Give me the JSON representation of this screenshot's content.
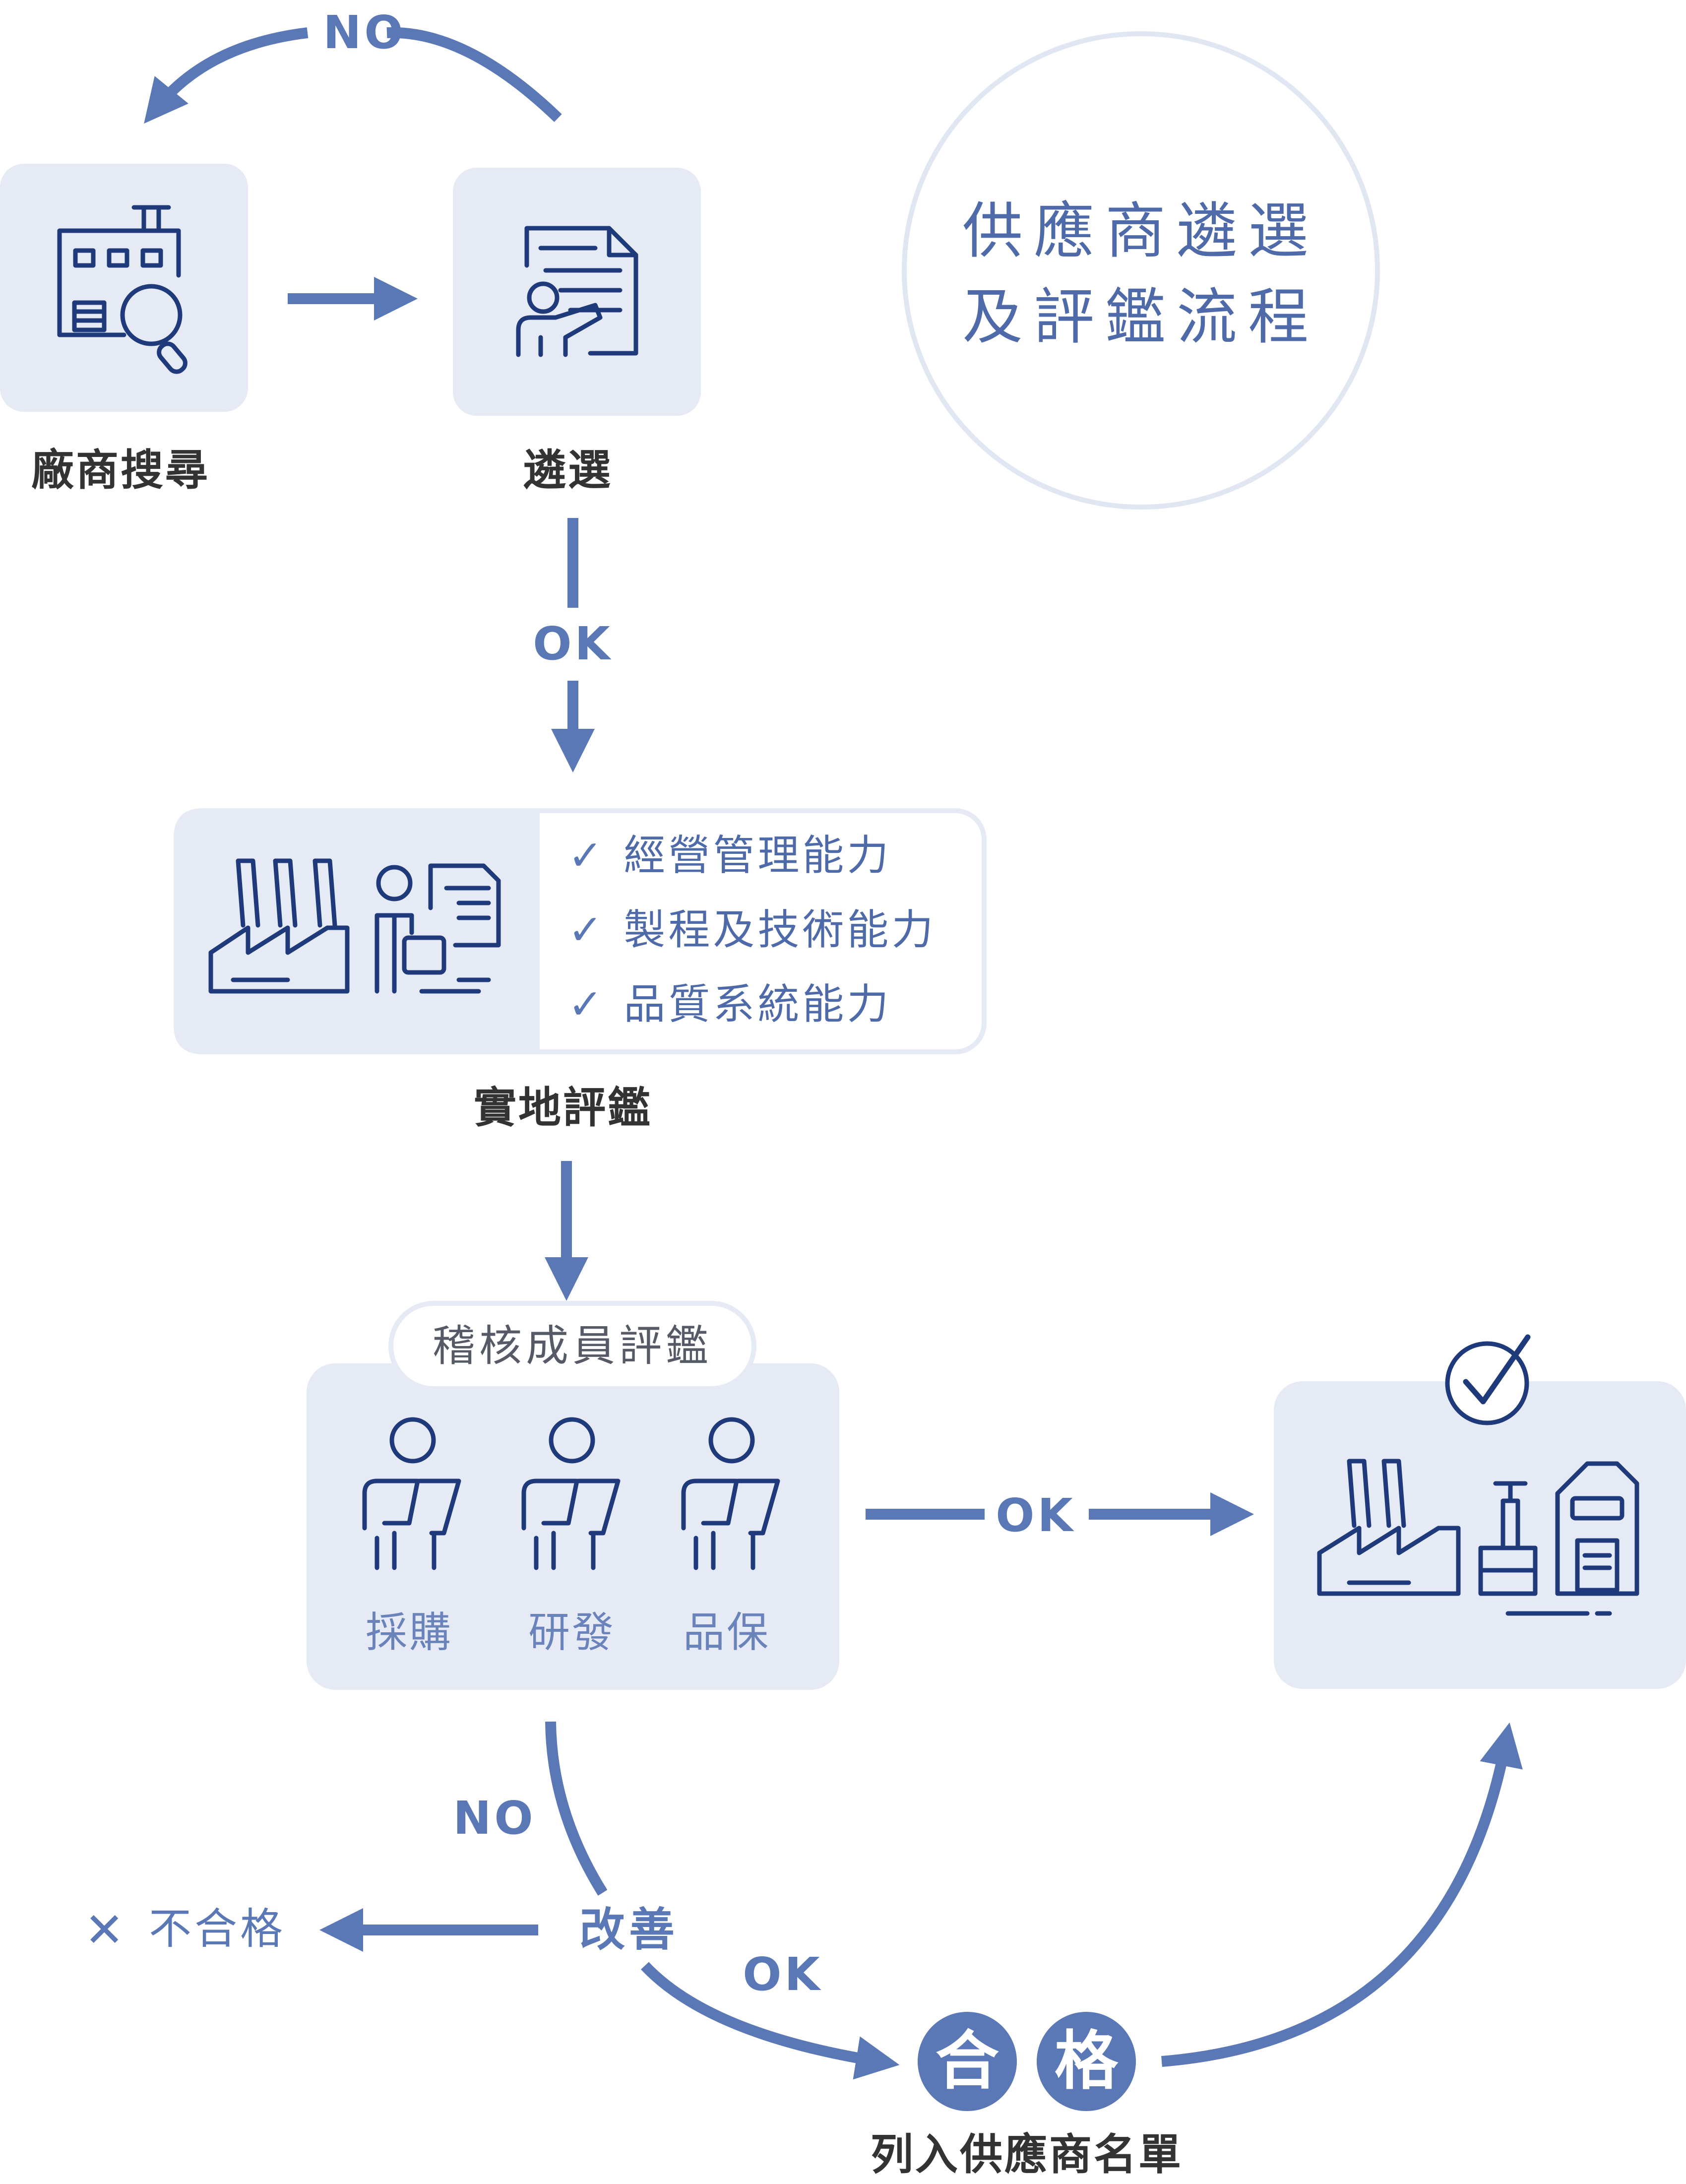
{
  "title": {
    "line1": "供應商遴選",
    "line2": "及評鑑流程"
  },
  "steps": {
    "vendor_search": "廠商搜尋",
    "selection": "遴選",
    "onsite_evaluation": "實地評鑑",
    "final_listing": "列入供應商名單"
  },
  "edges": {
    "selection_no": "NO",
    "selection_ok": "OK",
    "audit_ok": "OK",
    "audit_no": "NO",
    "improve": "改善",
    "improve_ok": "OK"
  },
  "evaluation_items": [
    "經營管理能力",
    "製程及技術能力",
    "品質系統能力"
  ],
  "audit_team": {
    "title": "稽核成員評鑑",
    "members": [
      "採購",
      "研發",
      "品保"
    ]
  },
  "fail": {
    "mark": "✕",
    "label": "不合格"
  },
  "pass_badge": [
    "合",
    "格"
  ],
  "colors": {
    "accent": "#5b78b6",
    "icon_stroke": "#1f3a7a",
    "box_fill": "#e5eaf5",
    "text_dark": "#333333"
  }
}
